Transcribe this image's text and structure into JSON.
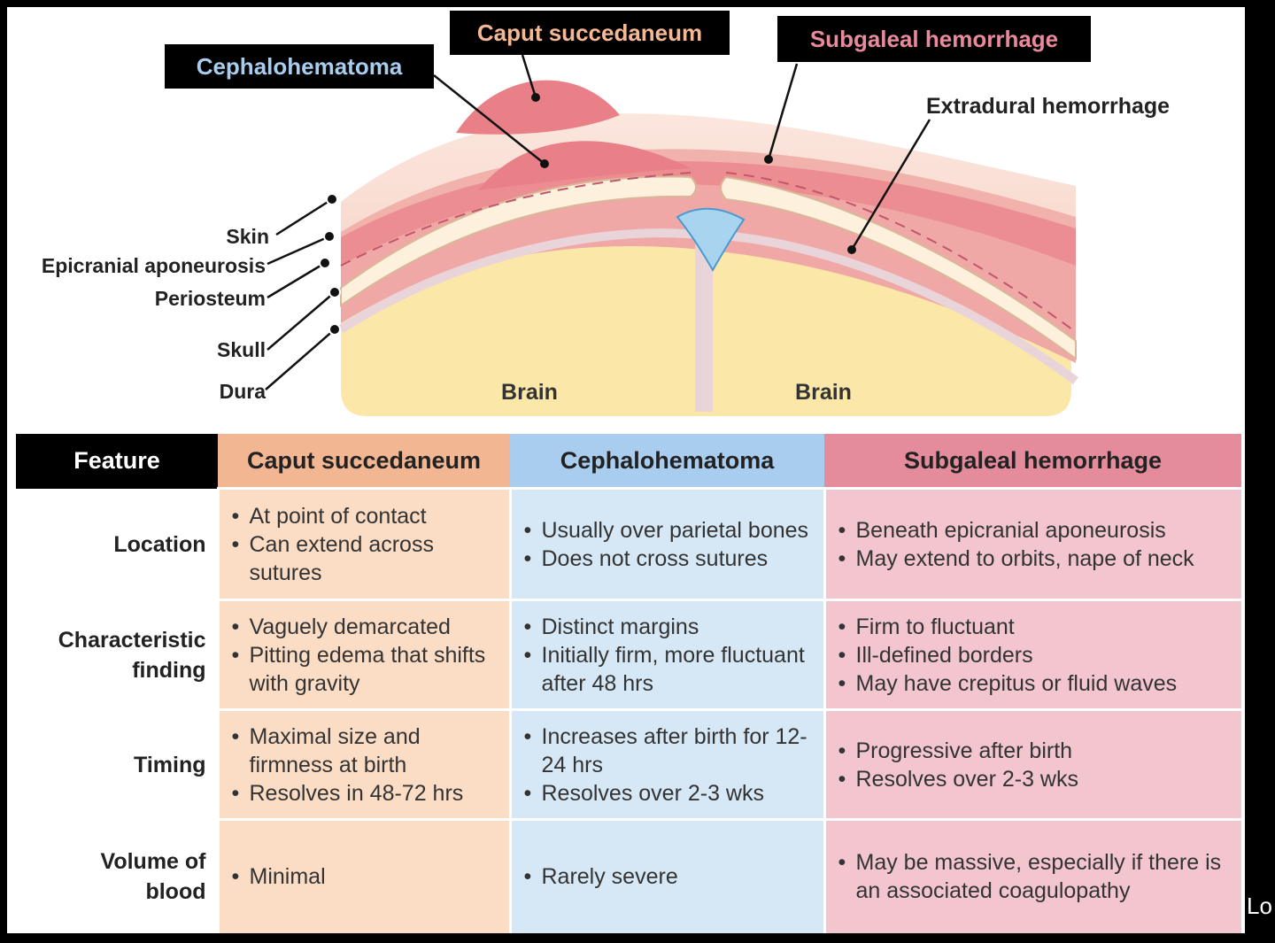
{
  "diagram": {
    "labels": {
      "caput": "Caput succedaneum",
      "cephalohematoma": "Cephalohematoma",
      "subgaleal": "Subgaleal hemorrhage",
      "extradural": "Extradural hemorrhage"
    },
    "layers": [
      "Skin",
      "Epicranial aponeurosis",
      "Periosteum",
      "Skull",
      "Dura"
    ],
    "brain_left": "Brain",
    "brain_right": "Brain"
  },
  "table": {
    "headers": [
      "Feature",
      "Caput succedaneum",
      "Cephalohematoma",
      "Subgaleal hemorrhage"
    ],
    "rows": [
      {
        "feature": [
          "Location"
        ],
        "caput": [
          "At point of contact",
          "Can extend across sutures"
        ],
        "ceph": [
          "Usually over parietal bones",
          "Does not cross sutures"
        ],
        "subg": [
          "Beneath epicranial aponeurosis",
          "May extend to orbits, nape of neck"
        ]
      },
      {
        "feature": [
          "Characteristic",
          "finding"
        ],
        "caput": [
          "Vaguely demarcated",
          "Pitting edema that shifts with gravity"
        ],
        "ceph": [
          "Distinct margins",
          "Initially firm, more fluctuant after 48 hrs"
        ],
        "subg": [
          "Firm to fluctuant",
          "Ill-defined borders",
          "May have crepitus or fluid waves"
        ]
      },
      {
        "feature": [
          "Timing"
        ],
        "caput": [
          "Maximal size and firmness at birth",
          "Resolves in 48-72 hrs"
        ],
        "ceph": [
          "Increases after birth for 12-24 hrs",
          "Resolves over 2-3 wks"
        ],
        "subg": [
          "Progressive after birth",
          "Resolves over 2-3 wks"
        ]
      },
      {
        "feature": [
          "Volume of",
          "blood"
        ],
        "caput": [
          "Minimal"
        ],
        "ceph": [
          "Rarely severe"
        ],
        "subg": [
          "May be massive, especially if there is an associated coagulopathy"
        ]
      }
    ]
  },
  "side_text": "Lo",
  "colors": {
    "caput": "#fbdcc4",
    "cephalohematoma": "#d6e8f6",
    "subgaleal": "#f2c5cf",
    "brain": "#fbe7a8",
    "hemorrhage": "#e98088"
  }
}
